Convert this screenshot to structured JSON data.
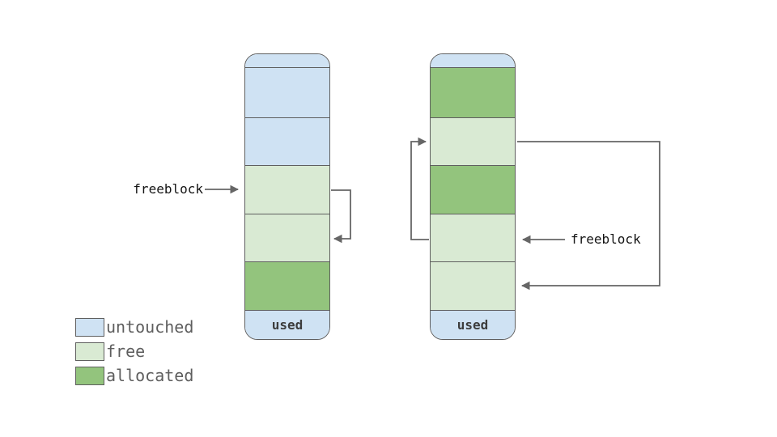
{
  "colors": {
    "untouched": "#cfe2f3",
    "free": "#d9ead3",
    "allocated": "#93c47d",
    "stroke": "#5f5f5f",
    "arrow": "#666666",
    "label_text": "#141414",
    "legend_text": "#5e5e5e",
    "used_text": "#3d3d3d"
  },
  "left_column": {
    "pointer_label": "freeblock",
    "used_label": "used",
    "blocks": [
      "untouched",
      "untouched",
      "free",
      "free",
      "allocated"
    ]
  },
  "right_column": {
    "pointer_label": "freeblock",
    "used_label": "used",
    "blocks": [
      "allocated",
      "free",
      "allocated",
      "free",
      "free"
    ]
  },
  "legend": {
    "items": [
      {
        "label": "untouched",
        "type": "untouched"
      },
      {
        "label": "free",
        "type": "free"
      },
      {
        "label": "allocated",
        "type": "allocated"
      }
    ]
  }
}
